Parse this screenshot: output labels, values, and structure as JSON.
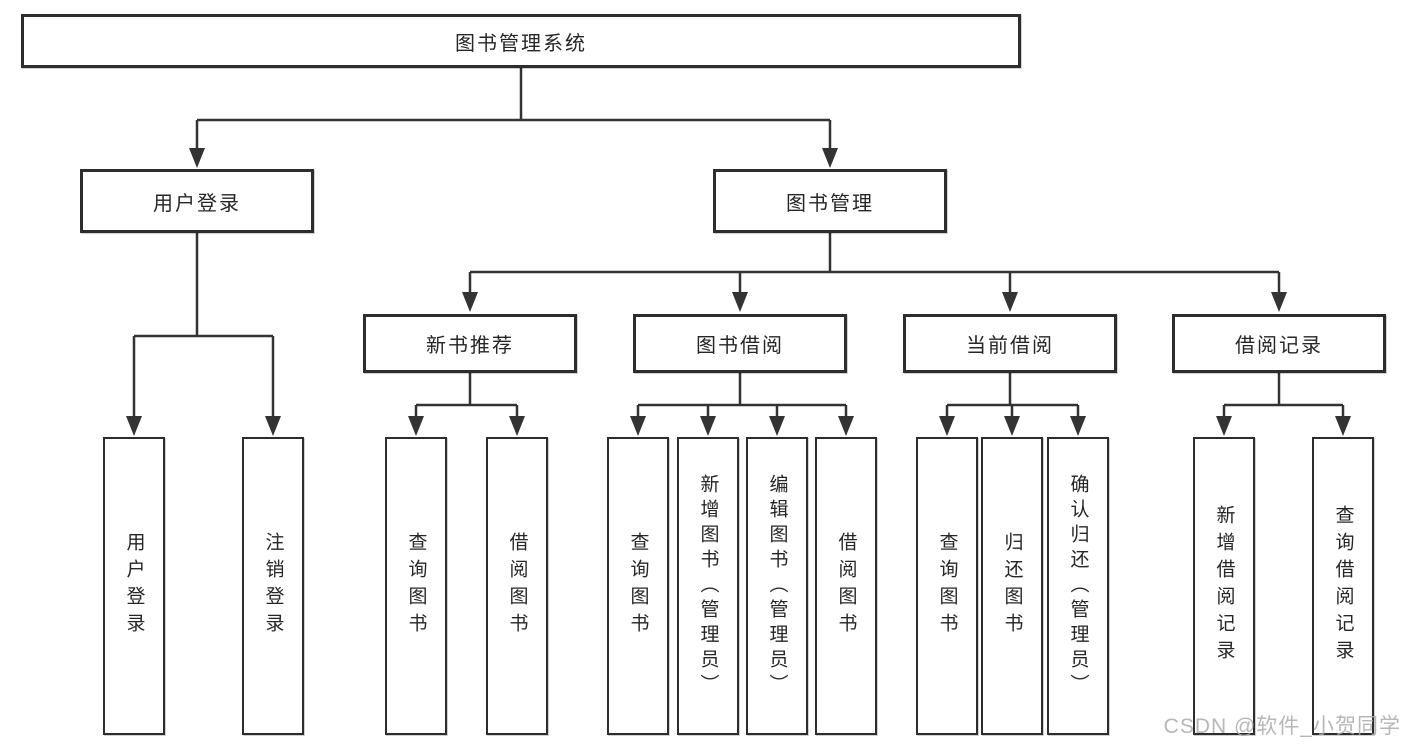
{
  "diagram": {
    "type": "hierarchy-tree",
    "title": "图书管理系统",
    "root": {
      "label": "图书管理系统"
    },
    "level2": [
      {
        "label": "用户登录",
        "parent": "图书管理系统"
      },
      {
        "label": "图书管理",
        "parent": "图书管理系统"
      }
    ],
    "level3": [
      {
        "label": "新书推荐",
        "parent": "图书管理"
      },
      {
        "label": "图书借阅",
        "parent": "图书管理"
      },
      {
        "label": "当前借阅",
        "parent": "图书管理"
      },
      {
        "label": "借阅记录",
        "parent": "图书管理"
      }
    ],
    "leaves": [
      {
        "label": "用户登录",
        "parent": "用户登录"
      },
      {
        "label": "注销登录",
        "parent": "用户登录"
      },
      {
        "label": "查询图书",
        "parent": "新书推荐"
      },
      {
        "label": "借阅图书",
        "parent": "新书推荐"
      },
      {
        "label": "查询图书",
        "parent": "图书借阅"
      },
      {
        "label": "新增图书（管理员）",
        "parent": "图书借阅"
      },
      {
        "label": "编辑图书（管理员）",
        "parent": "图书借阅"
      },
      {
        "label": "借阅图书",
        "parent": "图书借阅"
      },
      {
        "label": "查询图书",
        "parent": "当前借阅"
      },
      {
        "label": "归还图书",
        "parent": "当前借阅"
      },
      {
        "label": "确认归还（管理员）",
        "parent": "当前借阅"
      },
      {
        "label": "新增借阅记录",
        "parent": "借阅记录"
      },
      {
        "label": "查询借阅记录",
        "parent": "借阅记录"
      }
    ]
  },
  "colors": {
    "background": "#ffffff",
    "box_border": "#2d2d2d",
    "connector_line": "#333333",
    "text": "#262626",
    "watermark": "#aaaaaa"
  },
  "watermark": {
    "text": "CSDN @软件_小贺同学"
  }
}
